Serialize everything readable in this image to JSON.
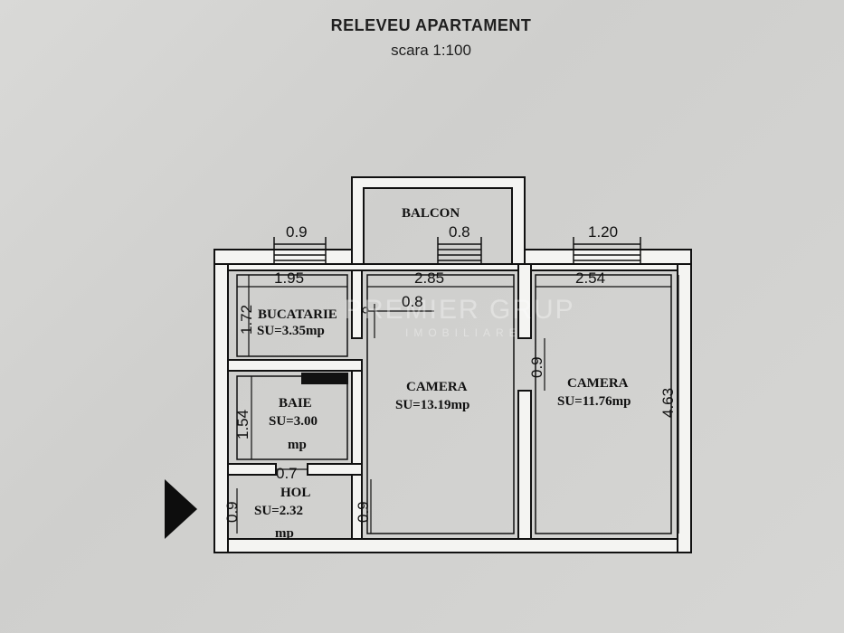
{
  "header": {
    "title": "RELEVEU APARTAMENT",
    "scale": "scara 1:100"
  },
  "rooms": {
    "balcon": "BALCON",
    "bucatarie": {
      "name": "BUCATARIE",
      "area": "SU=3.35mp"
    },
    "camera1": {
      "name": "CAMERA",
      "area": "SU=13.19mp"
    },
    "camera2": {
      "name": "CAMERA",
      "area": "SU=11.76mp"
    },
    "baie": {
      "name": "BAIE",
      "area_line1": "SU=3.00",
      "area_line2": "mp"
    },
    "hol": {
      "name": "HOL",
      "area_line1": "SU=2.32",
      "area_line2": "mp"
    }
  },
  "dimensions": {
    "window_left": "0.9",
    "window_balcony": "0.8",
    "window_right": "1.20",
    "kitchen_width": "1.95",
    "camera1_width": "2.85",
    "camera2_width": "2.54",
    "door_kitchen": "0.8",
    "kitchen_height": "1.72",
    "door_camera2": "0.9",
    "camera2_height": "4.63",
    "bath_height": "1.54",
    "door_bath": "0.7",
    "hol_left": "0.9",
    "hol_right": "0.9"
  },
  "watermark": {
    "line1": "PREMIER GRUP",
    "line2": "IMOBILIARE"
  },
  "colors": {
    "wall": "#111111",
    "wall_fill": "#f4f4f2",
    "background": "#d4d4d2"
  }
}
